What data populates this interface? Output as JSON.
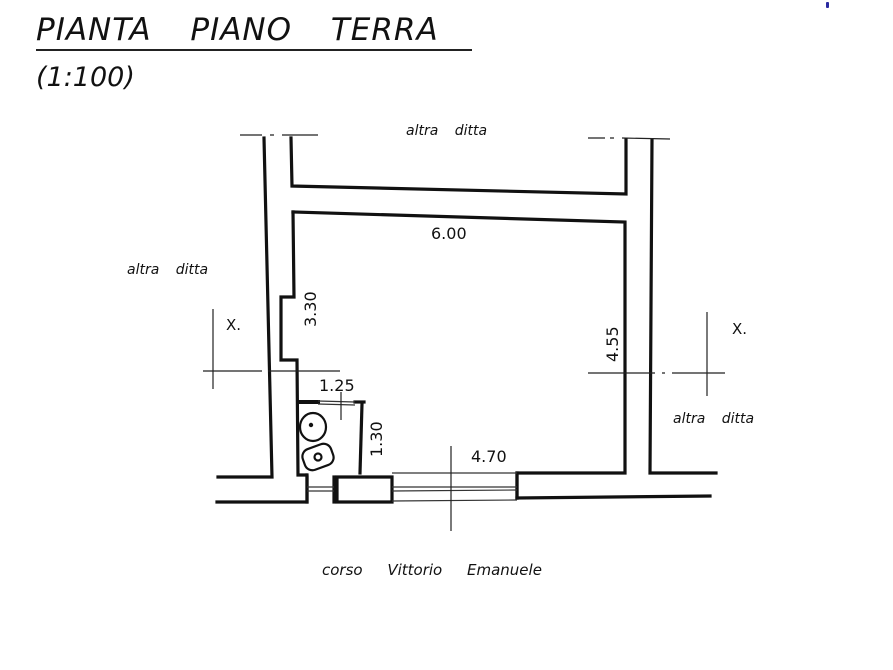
{
  "header": {
    "title": "PIANTA PIANO TERRA",
    "scale": "(1:100)"
  },
  "labels": {
    "neighbor_top": "altra ditta",
    "neighbor_left": "altra ditta",
    "neighbor_right": "altra ditta",
    "street": "corso Vittorio Emanuele"
  },
  "dimensions": {
    "room_width": "6.00",
    "room_depth": "4.55",
    "left_wall_segment": "3.30",
    "wc_width": "1.25",
    "wc_depth": "1.30",
    "front_opening": "4.70"
  },
  "section_markers": {
    "left": "X.",
    "right": "X."
  },
  "colors": {
    "ink": "#111111",
    "paper": "#ffffff"
  }
}
